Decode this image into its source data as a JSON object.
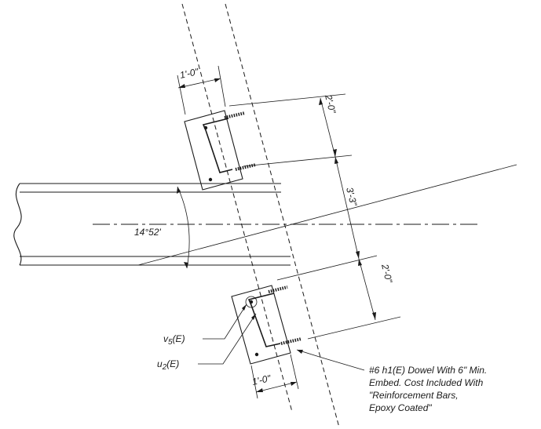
{
  "dimensions": {
    "top_width": "1'-0\"",
    "bottom_width": "1'-0\"",
    "upper_spacing": "2'-0\"",
    "middle_spacing": "3'-3\"",
    "lower_spacing": "2'-0\""
  },
  "angle": {
    "skew": "14°52'"
  },
  "labels": {
    "v5_main": "v",
    "v5_sub": "5",
    "v5_suffix": "(E)",
    "u2_main": "u",
    "u2_sub": "2",
    "u2_suffix": "(E)"
  },
  "note": {
    "line1": "#6 h1(E) Dowel With 6\" Min.",
    "line2": "Embed. Cost Included With",
    "line3": "\"Reinforcement Bars,",
    "line4": "Epoxy Coated\""
  }
}
